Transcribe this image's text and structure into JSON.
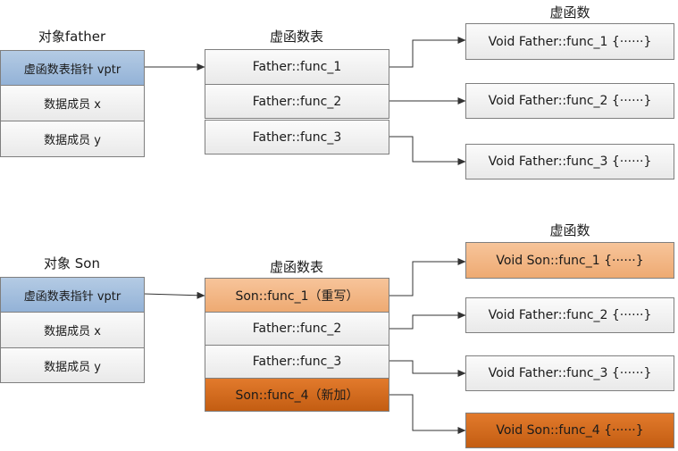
{
  "top": {
    "object_title": "对象father",
    "vtable_title": "虚函数表",
    "funcs_title": "虚函数",
    "object_rows": [
      "虚函数表指针 vptr",
      "数据成员 x",
      "数据成员 y"
    ],
    "vtable_rows": [
      "Father::func_1",
      "Father::func_2",
      "Father::func_3"
    ],
    "func_rows": [
      "Void Father::func_1 {······}",
      "Void Father::func_2 {······}",
      "Void Father::func_3 {······}"
    ]
  },
  "bottom": {
    "object_title": "对象 Son",
    "vtable_title": "虚函数表",
    "funcs_title": "虚函数",
    "object_rows": [
      "虚函数表指针 vptr",
      "数据成员 x",
      "数据成员 y"
    ],
    "vtable_rows": [
      "Son::func_1（重写）",
      "Father::func_2",
      "Father::func_3",
      "Son::func_4（新加）"
    ],
    "func_rows": [
      "Void Son::func_1 {······}",
      "Void Father::func_2 {······}",
      "Void Father::func_3 {······}",
      "Void Son::func_4 {······}"
    ]
  },
  "colors": {
    "vptr_fill": "#a4bfdf",
    "override_fill": "#f4b887",
    "added_fill": "#d36a1e",
    "default_fill": "#f2f2f2"
  }
}
